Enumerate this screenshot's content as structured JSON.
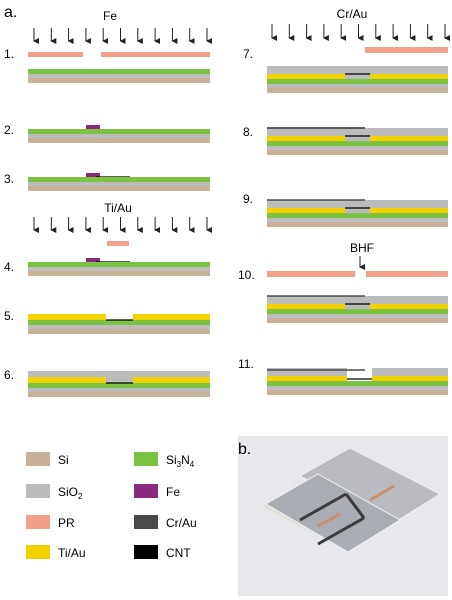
{
  "panel_a_label": "a.",
  "panel_b_label": "b.",
  "colors": {
    "Si": "#c8b199",
    "SiO2": "#bcbcbc",
    "PR": "#f2a08a",
    "TiAu": "#f2d200",
    "Si3N4": "#7bc242",
    "Fe": "#8a2a7e",
    "CrAu": "#4a4a4a",
    "CNT": "#000000"
  },
  "steps": {
    "s1": {
      "number": "1.",
      "deposit_label": "Fe"
    },
    "s2": {
      "number": "2."
    },
    "s3": {
      "number": "3."
    },
    "s4": {
      "number": "4.",
      "deposit_label": "Ti/Au"
    },
    "s5": {
      "number": "5."
    },
    "s6": {
      "number": "6."
    },
    "s7": {
      "number": "7.",
      "deposit_label": "Cr/Au"
    },
    "s8": {
      "number": "8."
    },
    "s9": {
      "number": "9."
    },
    "s10": {
      "number": "10.",
      "etch_label": "BHF"
    },
    "s11": {
      "number": "11."
    }
  },
  "legend": [
    {
      "key": "Si",
      "label": "Si",
      "sub": ""
    },
    {
      "key": "Si3N4",
      "label": "Si",
      "sub": "3",
      "label2": "N",
      "sub2": "4"
    },
    {
      "key": "SiO2",
      "label": "SiO",
      "sub": "2"
    },
    {
      "key": "Fe",
      "label": "Fe",
      "sub": ""
    },
    {
      "key": "PR",
      "label": "PR",
      "sub": ""
    },
    {
      "key": "CrAu",
      "label": "Cr/Au",
      "sub": ""
    },
    {
      "key": "TiAu",
      "label": "Ti/Au",
      "sub": ""
    },
    {
      "key": "CNT",
      "label": "CNT",
      "sub": ""
    }
  ]
}
